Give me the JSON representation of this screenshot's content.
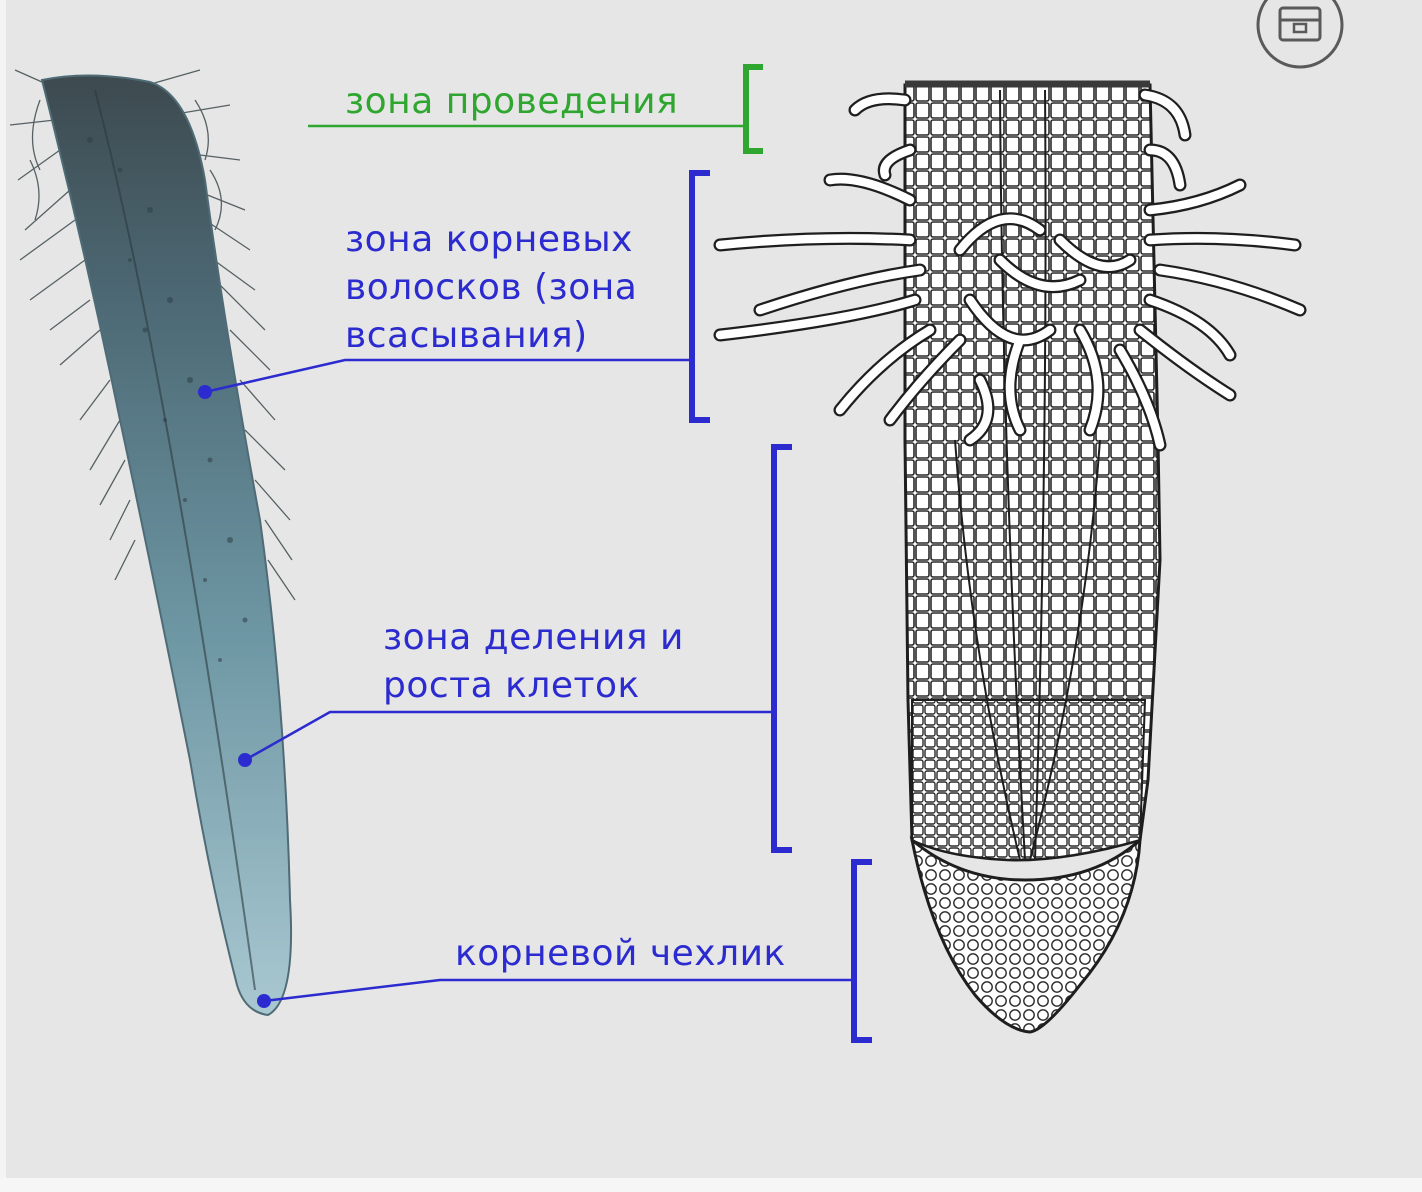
{
  "colors": {
    "background": "#e6e6e6",
    "green": "#2fa62f",
    "blue": "#2b2bd0",
    "root_photo": "#6e97a4"
  },
  "zones": [
    {
      "id": "conduction",
      "lines": [
        "зона проведения"
      ],
      "color": "#2fa62f"
    },
    {
      "id": "root-hairs",
      "lines": [
        "зона корневых",
        "волосков (зона",
        "всасывания)"
      ],
      "color": "#2b2bd0"
    },
    {
      "id": "division",
      "lines": [
        "зона деления и",
        "роста клеток"
      ],
      "color": "#2b2bd0"
    },
    {
      "id": "root-cap",
      "lines": [
        "корневой чехлик"
      ],
      "color": "#2b2bd0"
    }
  ],
  "corner_icon": "folder-icon"
}
